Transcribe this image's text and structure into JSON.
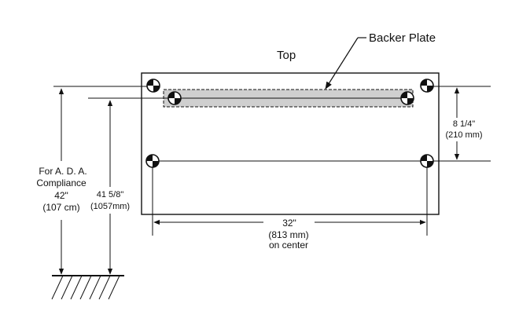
{
  "labels": {
    "top": "Top",
    "backer_plate": "Backer Plate",
    "ada_line1": "For A. D. A.",
    "ada_line2": "Compliance",
    "ada_height_in": "42\"",
    "ada_height_cm": "(107 cm)",
    "mount_height_in": "41 5/8\"",
    "mount_height_mm": "(1057mm)",
    "vertical_spacing_in": "8 1/4\"",
    "vertical_spacing_mm": "(210 mm)",
    "horizontal_spacing_in": "32\"",
    "horizontal_spacing_mm": "(813 mm)",
    "horizontal_spacing_note": "on center"
  },
  "icons": {
    "mounting_hole": "mounting-hole-icon",
    "floor": "floor-hatch-icon"
  },
  "colors": {
    "line": "#111111",
    "backer_plate_fill": "#cfcfcf"
  }
}
